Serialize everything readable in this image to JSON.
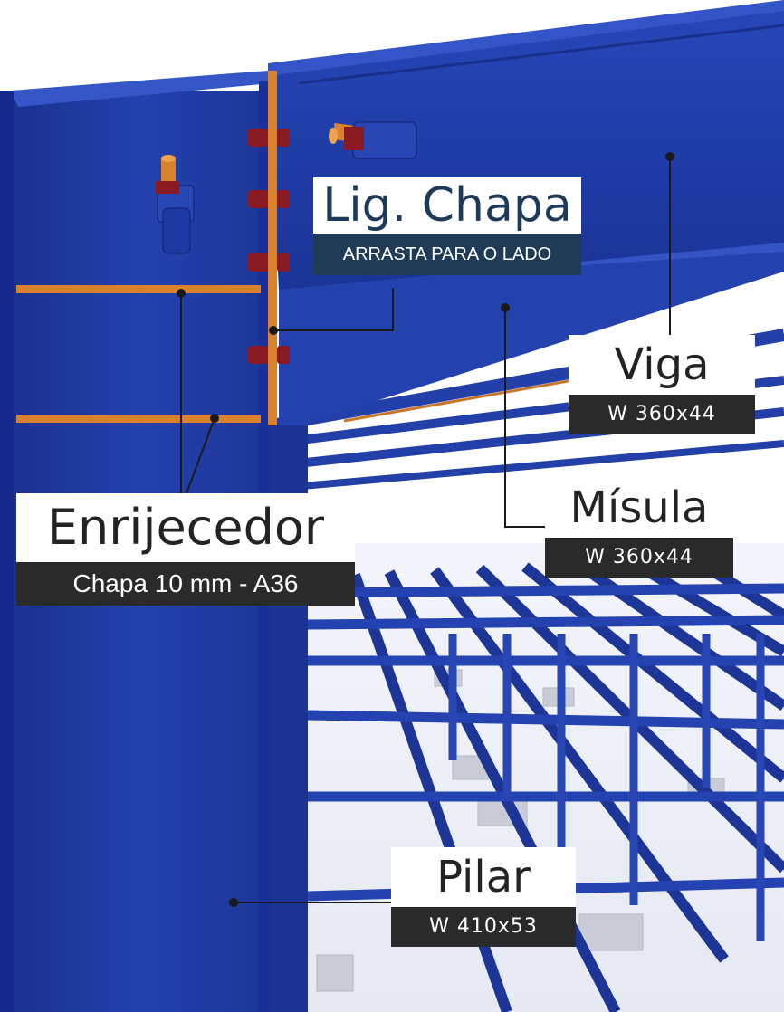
{
  "colors": {
    "steel_blue": "#1f3aa6",
    "steel_blue_dark": "#16288a",
    "stiffener_orange": "#d9822b",
    "bolt_red": "#8a1a22",
    "label_dark": "#2a2a2a",
    "label_navy": "#1f3b55"
  },
  "callouts": {
    "ligacao": {
      "title": "Lig. Chapa",
      "subtitle": "ARRASTA PARA O LADO"
    },
    "viga": {
      "title": "Viga",
      "subtitle": "W 360x44"
    },
    "misula": {
      "title": "Mísula",
      "subtitle": "W 360x44"
    },
    "enrijecedor": {
      "title": "Enrijecedor",
      "subtitle": "Chapa 10 mm - A36"
    },
    "pilar": {
      "title": "Pilar",
      "subtitle": "W 410x53"
    }
  }
}
